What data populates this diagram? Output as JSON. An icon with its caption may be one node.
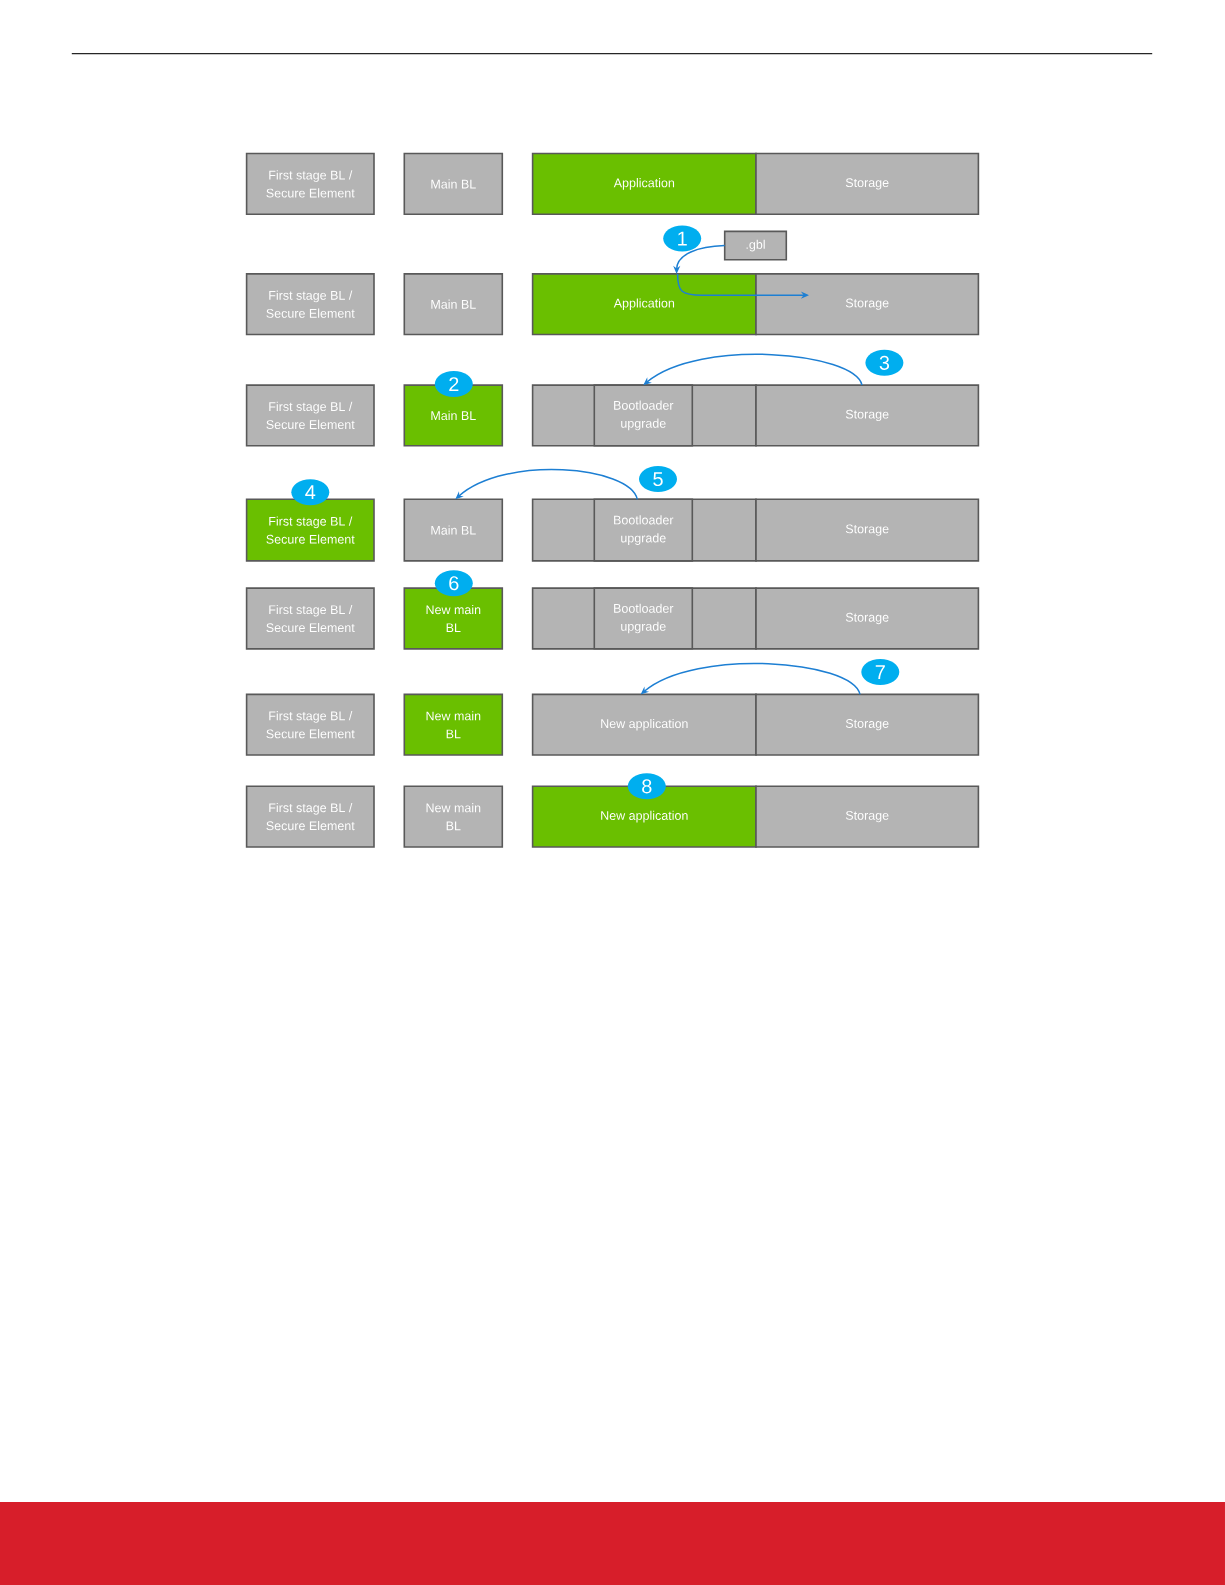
{
  "diagram": {
    "nodes": [
      {
        "text": [
          "First stage BL / Secure Element"
        ]
      },
      {
        "text": [
          "Main BL"
        ]
      },
      {
        "text": [
          "Application"
        ]
      },
      {
        "text": [
          "Storage"
        ]
      },
      {
        "text": [
          "1"
        ]
      },
      {
        "text": [
          ".gbl"
        ]
      },
      {
        "text": [
          "First stage BL / Secure Element"
        ]
      },
      {
        "text": [
          "Main BL"
        ]
      },
      {
        "text": [
          "Application"
        ]
      },
      {
        "text": [
          "Storage"
        ]
      },
      {
        "text": [
          "First stage BL / Secure Element"
        ]
      },
      {
        "text": [
          "2"
        ]
      },
      {
        "text": [
          "Main BL"
        ]
      },
      {
        "text": [],
        "shape": "box"
      },
      {
        "text": [
          "Bootloader upgrade"
        ],
        "in": 13
      },
      {
        "text": [
          "3"
        ]
      },
      {
        "text": [
          "Storage"
        ]
      },
      {
        "text": [
          "4"
        ]
      },
      {
        "text": [
          "First stage BL / Secure Element"
        ]
      },
      {
        "text": [
          "Main BL"
        ]
      },
      {
        "text": [],
        "shape": "box"
      },
      {
        "text": [
          "Bootloader upgrade"
        ],
        "in": 20
      },
      {
        "text": [
          "5"
        ]
      },
      {
        "text": [
          "Storage"
        ]
      },
      {
        "text": [
          "First stage BL / Secure Element"
        ]
      },
      {
        "text": [
          "6"
        ]
      },
      {
        "text": [
          "New main BL"
        ]
      },
      {
        "text": [],
        "shape": "box"
      },
      {
        "text": [
          "Bootloader upgrade"
        ],
        "in": 27
      },
      {
        "text": [
          "Storage"
        ]
      },
      {
        "text": [
          "7"
        ]
      },
      {
        "text": [
          "First stage BL / Secure Element"
        ]
      },
      {
        "text": [
          "New main BL"
        ]
      },
      {
        "text": [
          "New application"
        ]
      },
      {
        "text": [
          "Storage"
        ]
      },
      {
        "text": [
          "First stage BL / Secure Element"
        ]
      },
      {
        "text": [
          "New main BL"
        ]
      },
      {
        "text": [
          "8"
        ]
      },
      {
        "text": [
          "New application"
        ]
      },
      {
        "text": [
          "Storage"
        ]
      }
    ],
    "edges": [
      {
        "from": 5,
        "to": 8,
        "arrow": "to"
      },
      {
        "from": 8,
        "to": 9,
        "arrow": "to"
      },
      {
        "from": 16,
        "to": 14,
        "arrow": "to"
      },
      {
        "from": 21,
        "to": 19,
        "arrow": "to"
      },
      {
        "from": 34,
        "to": 33,
        "arrow": "to"
      }
    ]
  }
}
